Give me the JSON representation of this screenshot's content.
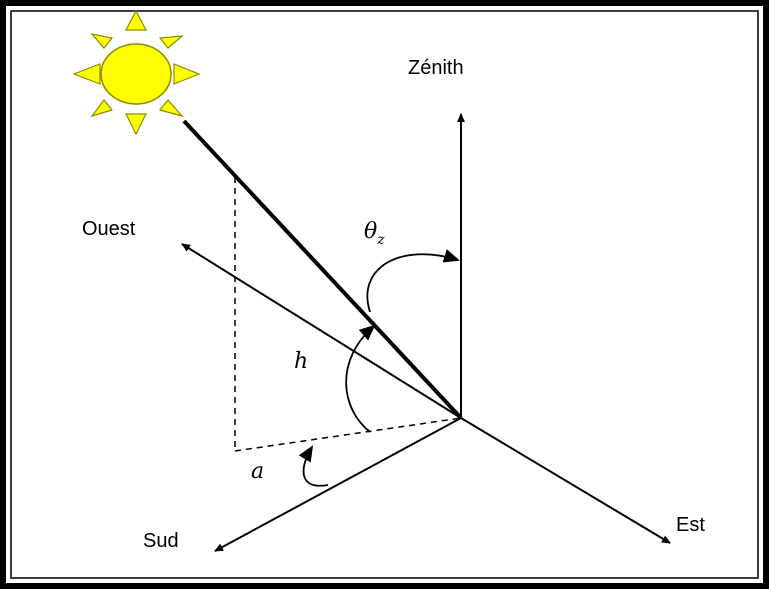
{
  "directions": {
    "zenith": "Zénith",
    "west": "Ouest",
    "south": "Sud",
    "east": "Est"
  },
  "angles": {
    "zenith_angle_symbol": "θ",
    "zenith_angle_subscript": "z",
    "altitude_symbol": "h",
    "azimuth_symbol": "a"
  },
  "colors": {
    "sun_fill": "#FFFF00",
    "sun_stroke": "#8B8B00",
    "line": "#000000",
    "frame": "#000000"
  }
}
